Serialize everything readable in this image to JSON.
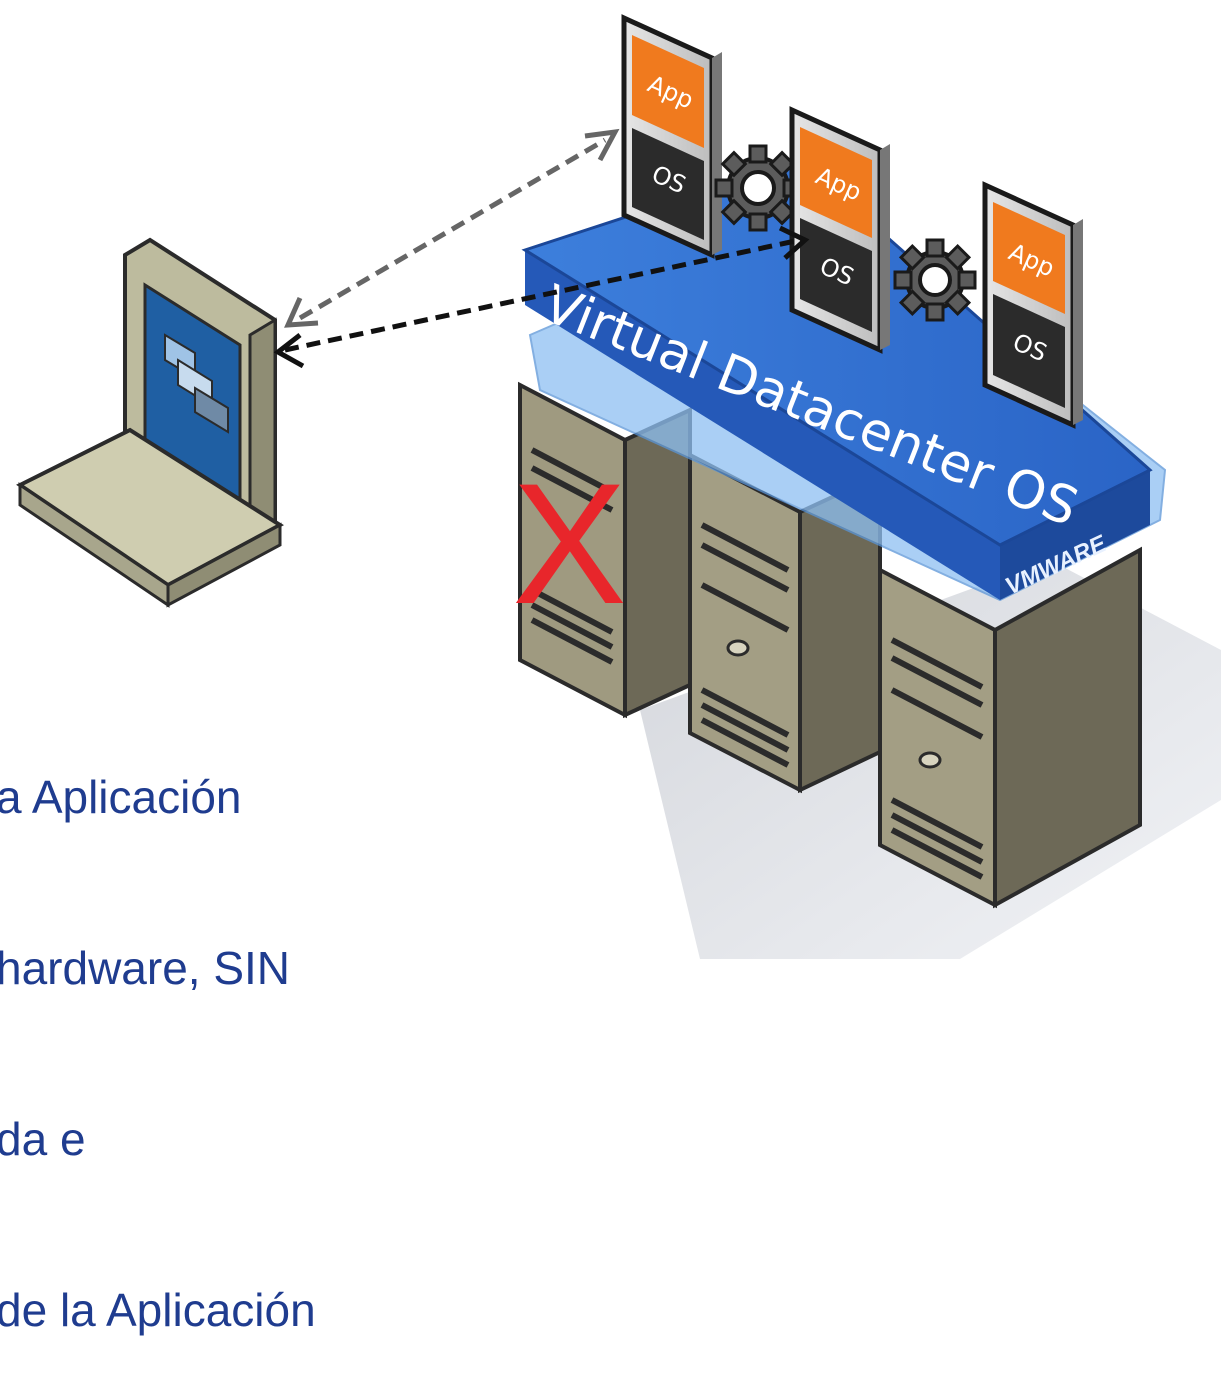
{
  "slide": {
    "platform_label": "Virtual Datacenter OS",
    "vendor_label": "VMWARE",
    "failure_mark": "X",
    "caption_lines": [
      "a Aplicación",
      "hardware, SIN",
      "da e",
      "de la Aplicación"
    ]
  },
  "vms": [
    {
      "app_label": "App",
      "os_label": "OS"
    },
    {
      "app_label": "App",
      "os_label": "OS"
    },
    {
      "app_label": "App",
      "os_label": "OS"
    }
  ],
  "colors": {
    "platform_blue": "#2f6fd0",
    "platform_light": "#7fb4ee",
    "app_orange": "#f07a1e",
    "os_dark": "#2b2b2b",
    "server_tan": "#b9b39a",
    "laptop_beige": "#cfcdb0",
    "failure_red": "#e8262b",
    "caption_blue": "#1f3c8f"
  },
  "icons": [
    "laptop-icon",
    "gear-icon",
    "server-icon",
    "failure-x-icon"
  ]
}
